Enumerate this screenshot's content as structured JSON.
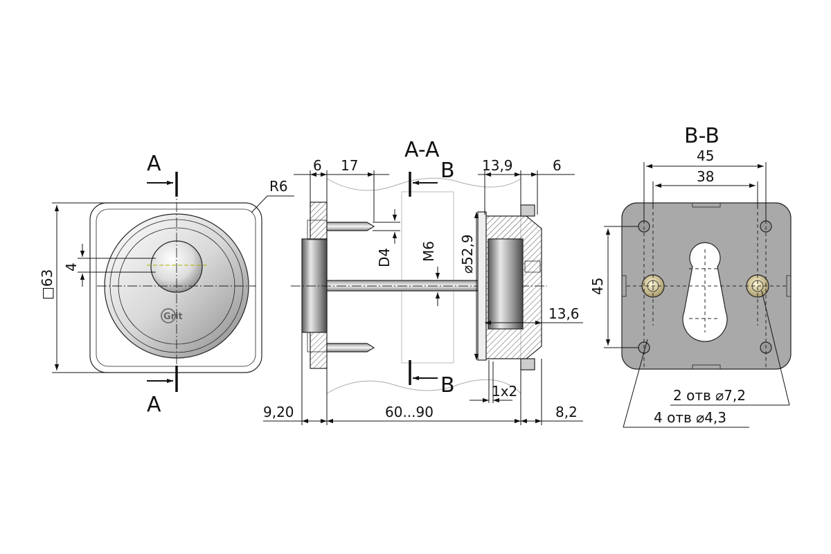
{
  "front_view": {
    "section_mark_top": "A",
    "section_mark_bottom": "A",
    "radius_label": "R6",
    "square_size_label": "□63",
    "hole_offset_label": "4",
    "logo_text": "Grit"
  },
  "section_view": {
    "title": "A-A",
    "top_dims": [
      "6",
      "17",
      "13,9",
      "6"
    ],
    "cut_mark_top": "B",
    "cut_mark_bottom": "B",
    "pin_dia_label": "D4",
    "thread_label": "M6",
    "flange_dia_label": "⌀52,9",
    "inner_dim_label": "13,6",
    "chamfer_label": "1x2",
    "bottom_dims": [
      "9,20",
      "60...90",
      "8,2"
    ]
  },
  "back_view": {
    "title": "B-B",
    "width_outer_label": "45",
    "width_inner_label": "38",
    "height_label": "45",
    "holes_large_label": "2 отв ⌀7,2",
    "holes_small_label": "4 отв ⌀4,3"
  },
  "colors": {
    "line": "#111111",
    "plate_fill": "#a9a9a9",
    "metal_light": "#f2f2f2",
    "metal_dark": "#7a7a7a",
    "brass": "#c9b88a"
  }
}
